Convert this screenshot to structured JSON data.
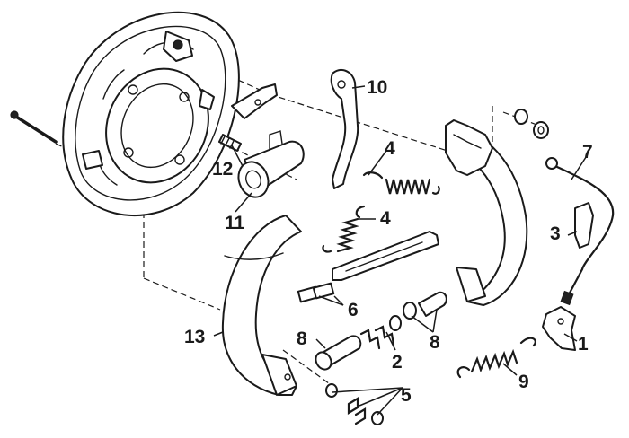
{
  "labels": {
    "l1": "1",
    "l2": "2",
    "l3": "3",
    "l4a": "4",
    "l4b": "4",
    "l5": "5",
    "l6": "6",
    "l7": "7",
    "l8a": "8",
    "l8b": "8",
    "l9": "9",
    "l10": "10",
    "l11": "11",
    "l12": "12",
    "l13": "13"
  }
}
